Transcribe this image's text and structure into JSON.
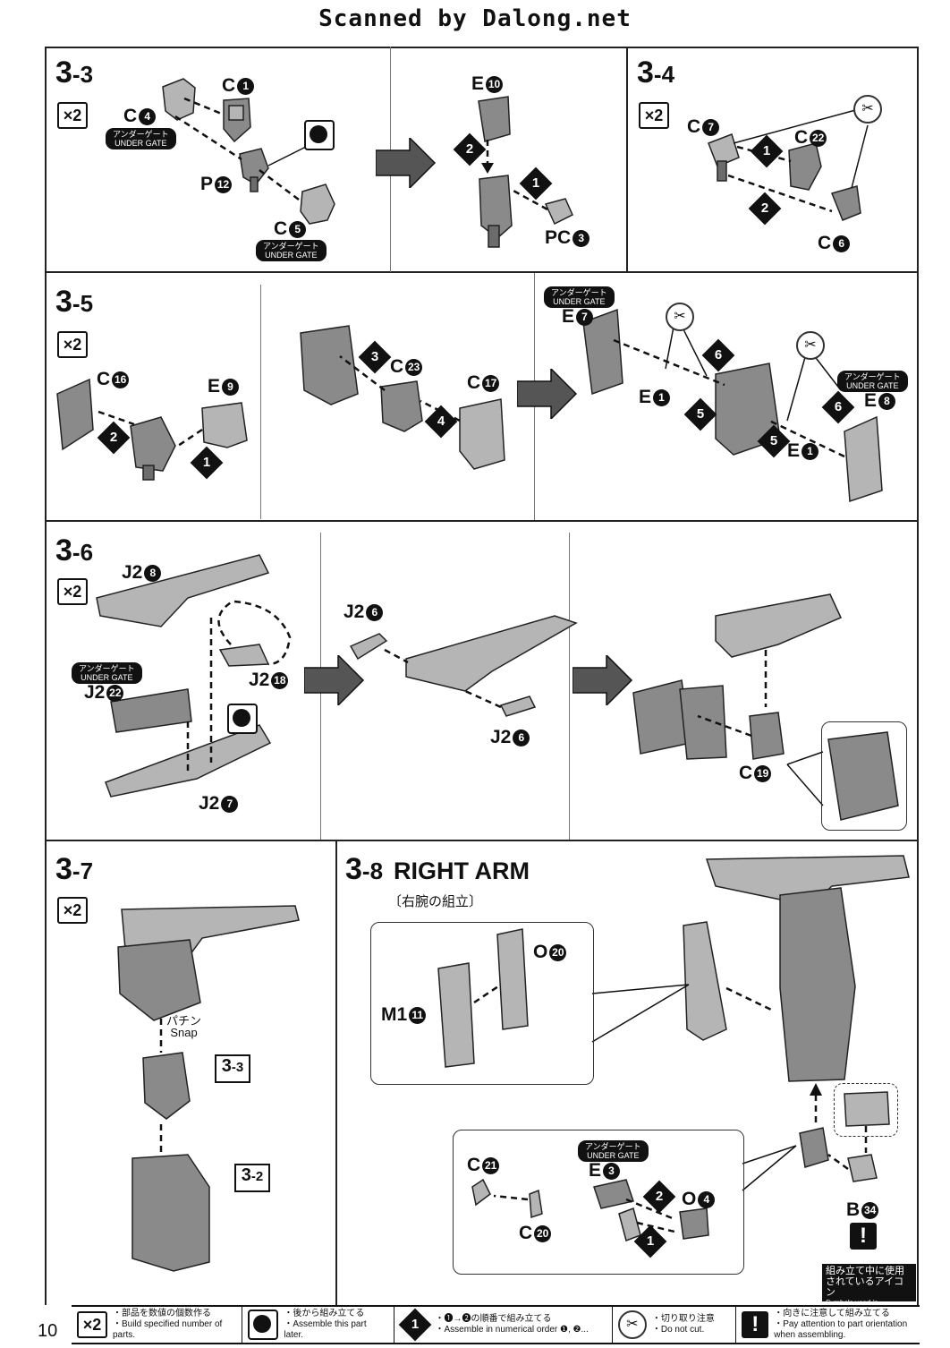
{
  "header": {
    "scan_credit": "Scanned by Dalong.net"
  },
  "page_number": "10",
  "steps": {
    "s33": {
      "major": "3",
      "minor": "-3",
      "multiplier": "×2"
    },
    "s34": {
      "major": "3",
      "minor": "-4",
      "multiplier": "×2"
    },
    "s35": {
      "major": "3",
      "minor": "-5",
      "multiplier": "×2"
    },
    "s36": {
      "major": "3",
      "minor": "-6",
      "multiplier": "×2"
    },
    "s37": {
      "major": "3",
      "minor": "-7",
      "multiplier": "×2"
    },
    "s38": {
      "major": "3",
      "minor": "-8",
      "title": "RIGHT ARM",
      "subtitle": "〔右腕の組立〕"
    }
  },
  "under_gate": {
    "jp": "アンダーゲート",
    "en": "UNDER GATE"
  },
  "parts": {
    "c1": {
      "letter": "C",
      "num": "1"
    },
    "c4": {
      "letter": "C",
      "num": "4"
    },
    "p12": {
      "letter": "P",
      "num": "12"
    },
    "c5": {
      "letter": "C",
      "num": "5"
    },
    "e10": {
      "letter": "E",
      "num": "10"
    },
    "pc3": {
      "letter": "PC",
      "num": "3"
    },
    "c7": {
      "letter": "C",
      "num": "7"
    },
    "c22": {
      "letter": "C",
      "num": "22"
    },
    "c6": {
      "letter": "C",
      "num": "6"
    },
    "c16": {
      "letter": "C",
      "num": "16"
    },
    "e9": {
      "letter": "E",
      "num": "9"
    },
    "c23": {
      "letter": "C",
      "num": "23"
    },
    "c17": {
      "letter": "C",
      "num": "17"
    },
    "e7": {
      "letter": "E",
      "num": "7"
    },
    "e1a": {
      "letter": "E",
      "num": "1"
    },
    "e1b": {
      "letter": "E",
      "num": "1"
    },
    "e8": {
      "letter": "E",
      "num": "8"
    },
    "j28": {
      "letter": "J2",
      "num": "8"
    },
    "j218": {
      "letter": "J2",
      "num": "18"
    },
    "j222": {
      "letter": "J2",
      "num": "22"
    },
    "j27": {
      "letter": "J2",
      "num": "7"
    },
    "j26a": {
      "letter": "J2",
      "num": "6"
    },
    "j26b": {
      "letter": "J2",
      "num": "6"
    },
    "c19": {
      "letter": "C",
      "num": "19"
    },
    "o20": {
      "letter": "O",
      "num": "20"
    },
    "m111": {
      "letter": "M1",
      "num": "11"
    },
    "c21": {
      "letter": "C",
      "num": "21"
    },
    "c20": {
      "letter": "C",
      "num": "20"
    },
    "e3": {
      "letter": "E",
      "num": "3"
    },
    "o4": {
      "letter": "O",
      "num": "4"
    },
    "b34": {
      "letter": "B",
      "num": "34"
    }
  },
  "refs": {
    "r33": {
      "major": "3",
      "minor": "-3"
    },
    "r32": {
      "major": "3",
      "minor": "-2"
    }
  },
  "snap": {
    "jp": "パチン",
    "en": "Snap"
  },
  "symbols_box": {
    "jp1": "組み立て中に使用",
    "jp2": "されているアイコン",
    "en": "Symbols used in instructions"
  },
  "legend": [
    {
      "icon": "×2",
      "jp": "・部品を数値の個数作る",
      "en": "・Build specified number of parts."
    },
    {
      "icon": "later",
      "jp": "・後から組み立てる",
      "en": "・Assemble this part later."
    },
    {
      "icon": "1",
      "jp": "・❶→❷の順番で組み立てる",
      "en": "・Assemble in numerical order ❶, ❷..."
    },
    {
      "icon": "cut",
      "jp": "・切り取り注意",
      "en": "・Do not cut."
    },
    {
      "icon": "!",
      "jp": "・向きに注意して組み立てる",
      "en": "・Pay attention to part orientation when assembling."
    }
  ]
}
